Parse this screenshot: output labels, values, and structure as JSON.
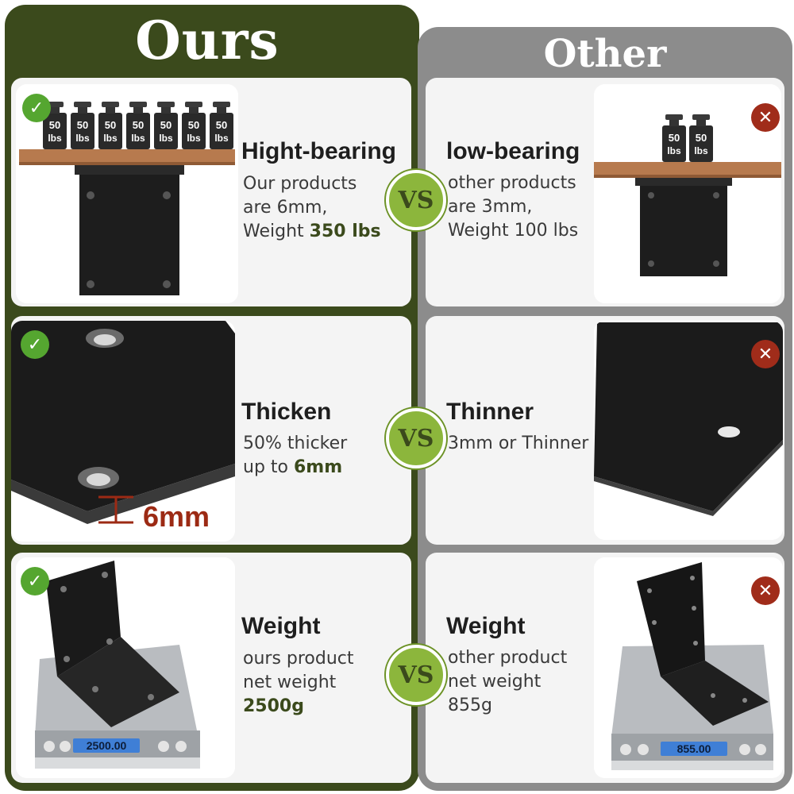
{
  "headings": {
    "ours": "Ours",
    "other": "Other"
  },
  "vs_label": "VS",
  "weight_tag": {
    "value": "50",
    "unit": "lbs"
  },
  "rows": [
    {
      "ours": {
        "title": "Hight-bearing",
        "lines": [
          "Our products",
          "are 6mm,"
        ],
        "last_prefix": "Weight ",
        "last_highlight": "350 lbs"
      },
      "other": {
        "title": "low-bearing",
        "lines": [
          "other products",
          "are 3mm,",
          "Weight 100 lbs"
        ]
      }
    },
    {
      "ours": {
        "title": "Thicken",
        "lines": [
          "50% thicker"
        ],
        "last_prefix": "up to ",
        "last_highlight": "6mm",
        "thickness_label": "6mm"
      },
      "other": {
        "title": "Thinner",
        "lines": [
          "3mm or Thinner"
        ]
      }
    },
    {
      "ours": {
        "title": "Weight",
        "lines": [
          "ours product",
          "net weight"
        ],
        "last_highlight": "2500g",
        "scale_display": "2500.00"
      },
      "other": {
        "title": "Weight",
        "lines": [
          "other product",
          "net weight",
          "855g"
        ],
        "scale_display": "855.00"
      }
    }
  ],
  "colors": {
    "ours_bg": "#3b4a1c",
    "other_bg": "#8c8c8c",
    "vs_badge": "#8cb63c",
    "check": "#55a630",
    "cross": "#a02c1a",
    "thickness_marker": "#9c2a14",
    "scale_lcd": "#3f7fd6"
  },
  "icons": [
    "check-icon",
    "cross-icon",
    "vs-badge"
  ]
}
